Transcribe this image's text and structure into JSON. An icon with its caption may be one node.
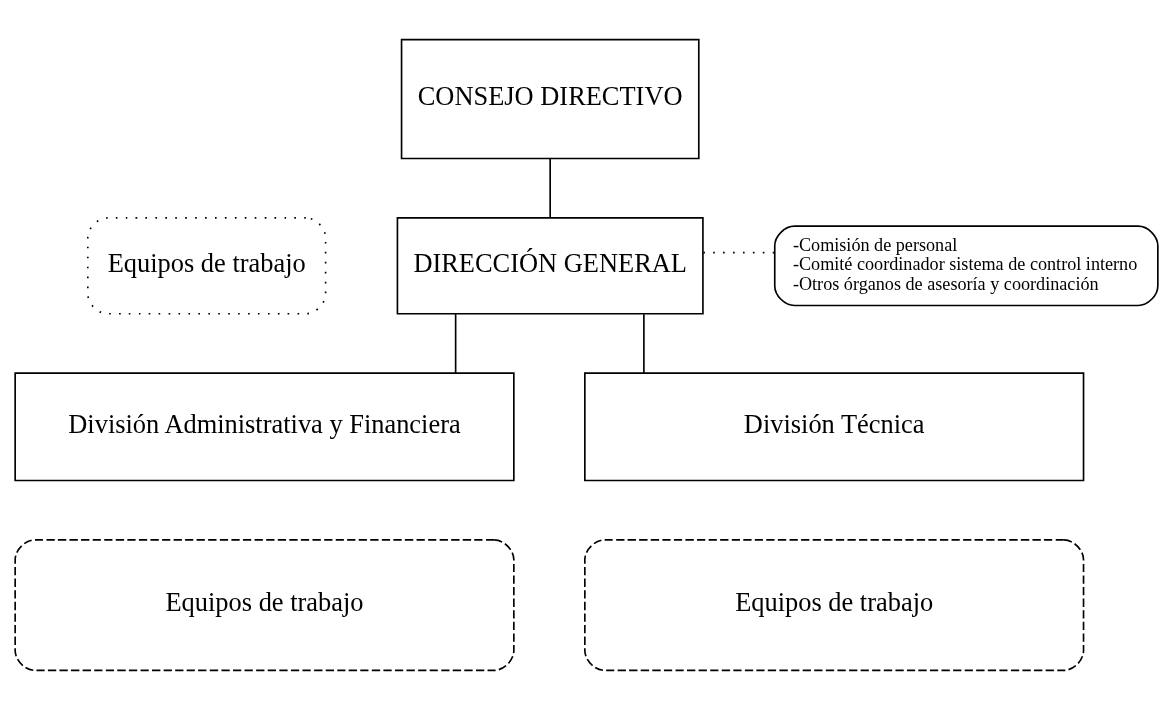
{
  "diagram": {
    "nodes": [
      {
        "text": [
          "CONSEJO DIRECTIVO"
        ]
      },
      {
        "text": [
          "Equipos de trabajo"
        ]
      },
      {
        "text": [
          "DIRECCIÓN GENERAL"
        ]
      },
      {
        "text": [
          "-Comisión de personal",
          "-Comité coordinador sistema de control interno",
          "-Otros órganos de asesoría y coordinación"
        ]
      },
      {
        "text": [
          "División Administrativa y Financiera"
        ]
      },
      {
        "text": [
          "Equipos de trabajo"
        ]
      },
      {
        "text": [
          "División Técnica"
        ]
      },
      {
        "text": [
          "Equipos de trabajo"
        ]
      }
    ],
    "edges": [
      {
        "from": 0,
        "to": 2,
        "arrow": "none"
      },
      {
        "from": 2,
        "to": 3,
        "arrow": "none",
        "style": "dashed"
      },
      {
        "from": 2,
        "to": 4,
        "arrow": "none"
      },
      {
        "from": 2,
        "to": 6,
        "arrow": "none"
      }
    ]
  }
}
